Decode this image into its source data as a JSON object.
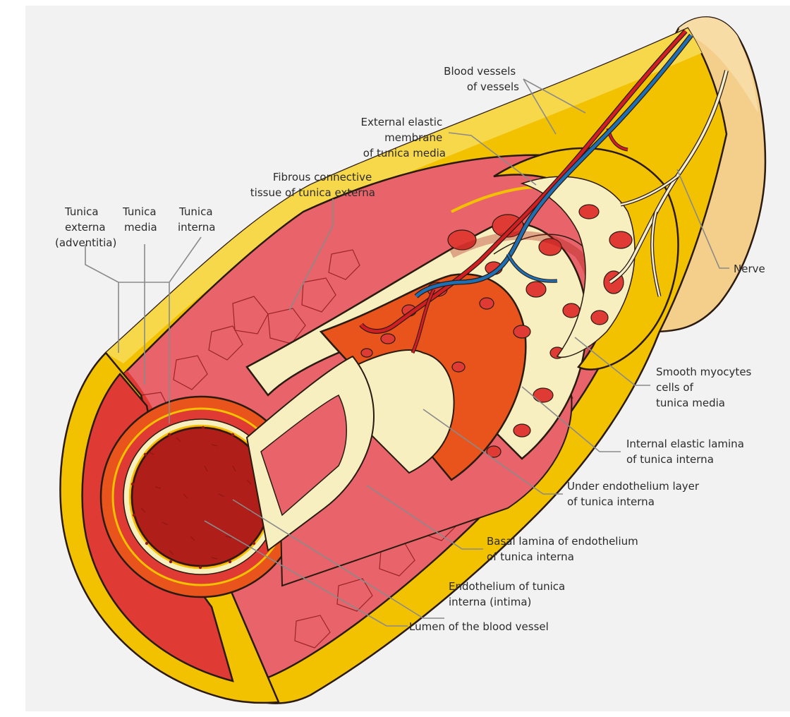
{
  "colors": {
    "background": "#f2f2f2",
    "externa_yellow": "#f2c200",
    "externa_yellow_light": "#f7d84a",
    "media_red": "#e03a35",
    "media_pink": "#e8646a",
    "elastic_cream": "#f8efc0",
    "endothelium_orange": "#e8541c",
    "lumen_dark_red": "#b01e1a",
    "artery_red": "#d21e23",
    "vein_blue": "#1f6fb5",
    "nerve_cream": "#f5efcf",
    "tube_tan": "#f4cf8c",
    "leader_gray": "#8a8a8a"
  },
  "labels": {
    "blood_vessels_of_vessels": [
      "Blood vessels",
      "of vessels"
    ],
    "external_elastic_membrane": [
      "External elastic",
      "membrane",
      "of tunica media"
    ],
    "fibrous_connective_tissue": [
      "Fibrous connective",
      "tissue of tunica externa"
    ],
    "tunica_externa": [
      "Tunica",
      "externa",
      "(adventitia)"
    ],
    "tunica_media": [
      "Tunica",
      "media"
    ],
    "tunica_interna": [
      "Tunica",
      "interna"
    ],
    "nerve": [
      "Nerve"
    ],
    "smooth_myocytes": [
      "Smooth myocytes",
      "cells of",
      "tunica media"
    ],
    "internal_elastic_lamina": [
      "Internal elastic lamina",
      "of tunica interna"
    ],
    "under_endothelium_layer": [
      "Under endothelium layer",
      "of tunica interna"
    ],
    "basal_lamina": [
      "Basal lamina of endothelium",
      "of tunica interna"
    ],
    "endothelium": [
      "Endothelium of tunica",
      "interna (intima)"
    ],
    "lumen": [
      "Lumen of the blood vessel"
    ]
  }
}
